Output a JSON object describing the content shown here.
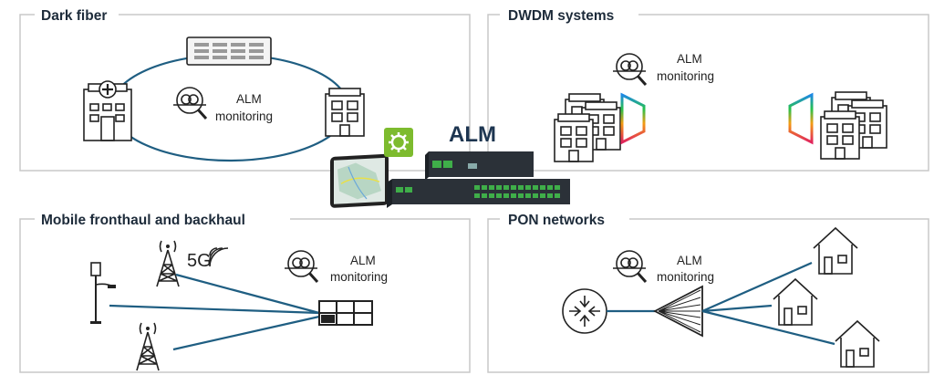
{
  "panels": {
    "dark_fiber": {
      "title": "Dark fiber",
      "monitor_line1": "ALM",
      "monitor_line2": "monitoring"
    },
    "dwdm": {
      "title": "DWDM systems",
      "monitor_line1": "ALM",
      "monitor_line2": "monitoring"
    },
    "mobile": {
      "title": "Mobile fronthaul and backhaul",
      "monitor_line1": "ALM",
      "monitor_line2": "monitoring",
      "badge_5g": "5G"
    },
    "pon": {
      "title": "PON networks",
      "monitor_line1": "ALM",
      "monitor_line2": "monitoring"
    }
  },
  "center": {
    "label": "ALM"
  },
  "colors": {
    "line": "#1f5e82",
    "frame": "#c8c8c8",
    "gear_badge": "#7dbb2e",
    "device": "#2b3138",
    "port": "#3fae49"
  },
  "icons": [
    "hospital-icon",
    "building-icon",
    "office-icon",
    "splitter-prism-icon",
    "router-icon",
    "power-splitter-icon",
    "house-icon",
    "cell-tower-icon",
    "street-light-icon",
    "signal-waves-icon",
    "panel-icon",
    "optical-monitor-icon",
    "gear-icon",
    "tablet-map-icon",
    "alm-device-icon"
  ]
}
